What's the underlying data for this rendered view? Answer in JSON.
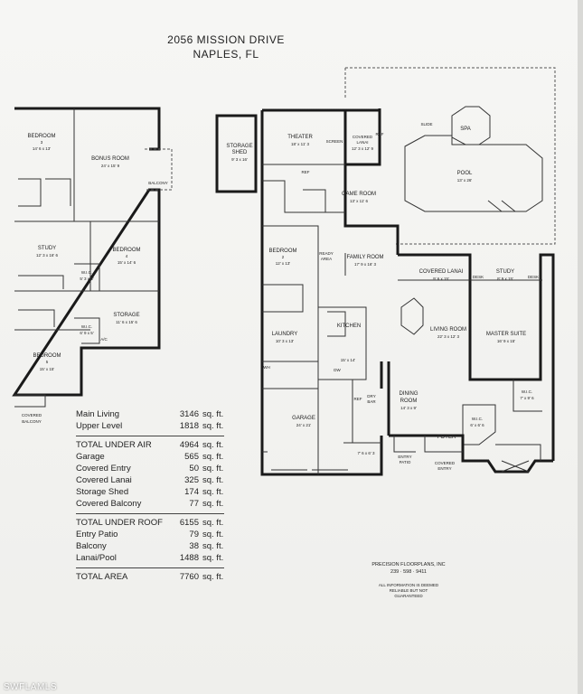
{
  "header": {
    "address": "2056 MISSION DRIVE",
    "city": "NAPLES, FL"
  },
  "upper_level": {
    "rooms": [
      {
        "name": "BEDROOM",
        "num": "3",
        "dim": "14' 6 x 13'"
      },
      {
        "name": "BONUS ROOM",
        "dim": "24' x 15' 9"
      },
      {
        "name": "BALCONY"
      },
      {
        "name": "STUDY",
        "dim": "12' 3 x 16' 6"
      },
      {
        "name": "BEDROOM",
        "num": "4",
        "dim": "15' x 14' 6"
      },
      {
        "name": "W.I.C.",
        "dim": "5' 3 x 5'"
      },
      {
        "name": "STORAGE",
        "dim": "11' 6 x 15' 6"
      },
      {
        "name": "W.I.C.",
        "dim": "6' 9 x 5'"
      },
      {
        "name": "A/C"
      },
      {
        "name": "BEDROOM",
        "num": "5",
        "dim": "15' x 15'"
      },
      {
        "name": "COVERED",
        "line2": "BALCONY"
      }
    ]
  },
  "main_level": {
    "rooms": [
      {
        "name": "STORAGE",
        "line2": "SHED",
        "dim": "9' 3 x 16'"
      },
      {
        "name": "THEATER",
        "dim": "18' x 11' 3"
      },
      {
        "name": "SCREEN"
      },
      {
        "name": "COVERED",
        "line2": "LANAI",
        "dim": "12' 3 x 12' 9"
      },
      {
        "name": "REF"
      },
      {
        "name": "SPA"
      },
      {
        "name": "SLIDE"
      },
      {
        "name": "POOL",
        "dim": "13' x 26'"
      },
      {
        "name": "REF"
      },
      {
        "name": "GAME ROOM",
        "dim": "13' x 11' 6"
      },
      {
        "name": "BEDROOM",
        "num": "2",
        "dim": "12' x 13'"
      },
      {
        "name": "READY",
        "line2": "AREA"
      },
      {
        "name": "FAMILY ROOM",
        "dim": "17' 9 x 16' 3"
      },
      {
        "name": "COVERED LANAI",
        "dim": "9' 6 x 15'"
      },
      {
        "name": "STUDY",
        "dim": "8' 9 x 15'"
      },
      {
        "name": "DESK"
      },
      {
        "name": "DESK"
      },
      {
        "name": "KITCHEN"
      },
      {
        "name": "LAUNDRY",
        "dim": "10' 3 x 13'"
      },
      {
        "name": "LIVING ROOM",
        "dim": "22' 3 x 12' 3"
      },
      {
        "name": "MASTER SUITE",
        "dim": "16' 9 x 15'"
      },
      {
        "name": "W.I.C.",
        "dim": "7' x 9' 6"
      },
      {
        "name": "15' x 14'"
      },
      {
        "name": "WH"
      },
      {
        "name": "DW"
      },
      {
        "name": "REF"
      },
      {
        "name": "DRY",
        "line2": "BAR"
      },
      {
        "name": "DINING",
        "line2": "ROOM",
        "dim": "14' 3 x 9'"
      },
      {
        "name": "W.I.C.",
        "dim": "6' x 6' 6"
      },
      {
        "name": "GARAGE",
        "dim": "24' x 21'"
      },
      {
        "name": "7' 6 x 6' 3"
      },
      {
        "name": "FOYER"
      },
      {
        "name": "ENTRY",
        "line2": "PATIO"
      },
      {
        "name": "COVERED",
        "line2": "ENTRY"
      }
    ]
  },
  "area_summary": {
    "rows": [
      {
        "label": "Main Living",
        "value": "3146",
        "unit": "sq. ft."
      },
      {
        "label": "Upper Level",
        "value": "1818",
        "unit": "sq. ft."
      },
      {
        "label": "TOTAL UNDER AIR",
        "value": "4964",
        "unit": "sq. ft.",
        "total": true
      },
      {
        "label": "Garage",
        "value": "565",
        "unit": "sq. ft."
      },
      {
        "label": "Covered Entry",
        "value": "50",
        "unit": "sq. ft."
      },
      {
        "label": "Covered Lanai",
        "value": "325",
        "unit": "sq. ft."
      },
      {
        "label": "Storage Shed",
        "value": "174",
        "unit": "sq. ft."
      },
      {
        "label": "Covered Balcony",
        "value": "77",
        "unit": "sq. ft."
      },
      {
        "label": "TOTAL UNDER ROOF",
        "value": "6155",
        "unit": "sq. ft.",
        "total": true
      },
      {
        "label": "Entry Patio",
        "value": "79",
        "unit": "sq. ft."
      },
      {
        "label": "Balcony",
        "value": "38",
        "unit": "sq. ft."
      },
      {
        "label": "Lanai/Pool",
        "value": "1488",
        "unit": "sq. ft."
      },
      {
        "label": "TOTAL AREA",
        "value": "7760",
        "unit": "sq. ft.",
        "total": true
      }
    ]
  },
  "credit": {
    "company": "PRECISION FLOORPLANS, INC",
    "phone": "239 · 598 · 9411"
  },
  "disclaimer": {
    "line1": "ALL INFORMATION IS DEEMED",
    "line2": "RELIABLE BUT NOT",
    "line3": "GUARANTEED"
  },
  "watermark": "SWFLAMLS"
}
